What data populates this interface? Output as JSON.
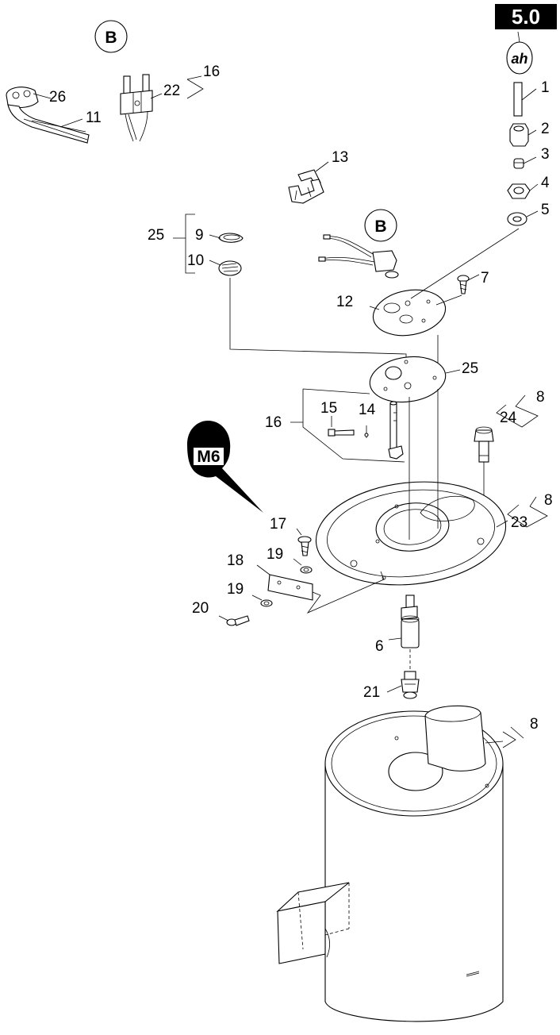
{
  "section_badge": "5.0",
  "symbol_ah": "ah",
  "callout_b": "B",
  "callout_m6": "M6",
  "labels": {
    "p1": "1",
    "p2": "2",
    "p3": "3",
    "p4": "4",
    "p5": "5",
    "p6": "6",
    "p7": "7",
    "p8": "8",
    "p9": "9",
    "p10": "10",
    "p11": "11",
    "p12": "12",
    "p13": "13",
    "p14": "14",
    "p15": "15",
    "p16": "16",
    "p17": "17",
    "p18": "18",
    "p19": "19",
    "p20": "20",
    "p21": "21",
    "p22": "22",
    "p23": "23",
    "p24": "24",
    "p25": "25",
    "p26": "26"
  }
}
